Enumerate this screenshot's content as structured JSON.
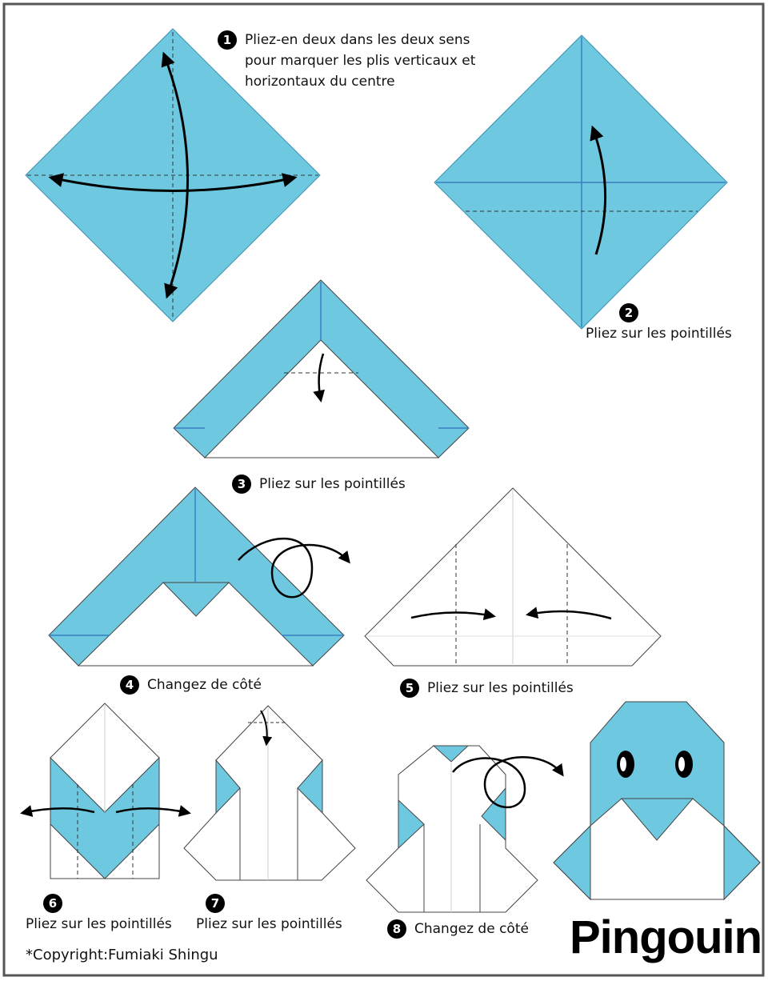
{
  "title": "Pingouin",
  "copyright": "*Copyright:Fumiaki Shingu",
  "colors": {
    "paper": "#6ec9e0",
    "fold_line": "#3a7fc4",
    "outline": "#444444",
    "page_border": "#555555"
  },
  "steps": [
    {
      "number": "1",
      "lines": [
        "Pliez-en deux dans les deux sens",
        "pour marquer les plis verticaux et",
        "horizontaux du centre"
      ]
    },
    {
      "number": "2",
      "text": "Pliez sur les pointillés"
    },
    {
      "number": "3",
      "text": "Pliez sur les pointillés"
    },
    {
      "number": "4",
      "text": "Changez de côté"
    },
    {
      "number": "5",
      "text": "Pliez sur les pointillés"
    },
    {
      "number": "6",
      "text": "Pliez sur les pointillés"
    },
    {
      "number": "7",
      "text": "Pliez sur les pointillés"
    },
    {
      "number": "8",
      "text": "Changez de côté"
    }
  ]
}
